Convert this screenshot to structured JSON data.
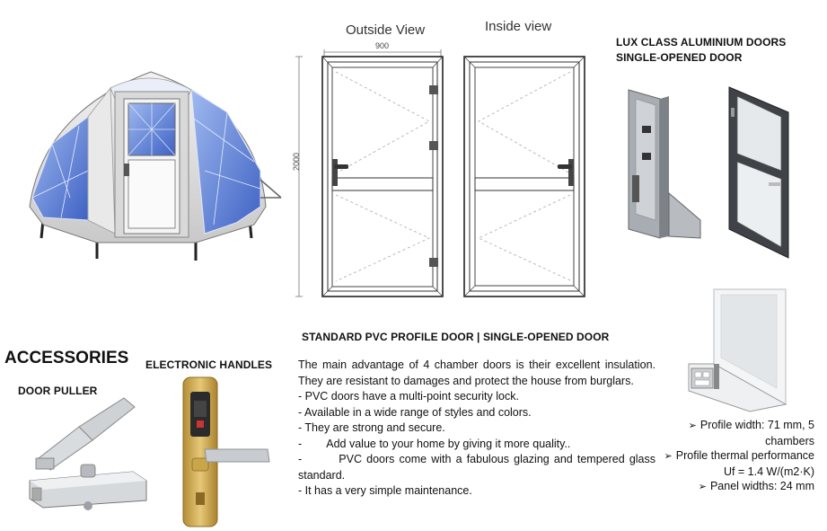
{
  "views": {
    "outside_title": "Outside View",
    "inside_title": "Inside view",
    "width_dim": "900",
    "height_dim": "2000"
  },
  "lux": {
    "title_line1": "LUX CLASS ALUMINIUM DOORS",
    "title_line2": "SINGLE-OPENED DOOR"
  },
  "standard": {
    "title": "STANDARD PVC PROFILE DOOR | SINGLE-OPENED DOOR",
    "intro": "The main advantage of 4 chamber doors is their excellent insulation. They are resistant to damages and protect the house from burglars.",
    "bullets": [
      "- PVC doors have a multi-point security lock.",
      "- Available in a wide range of styles and colors.",
      "- They are strong and secure.",
      "-        Add value to your home by giving it more quality..",
      "-        PVC doors come with a fabulous glazing and tempered glass standard.",
      "- It has a very simple maintenance."
    ]
  },
  "accessories": {
    "title": "ACCESSORIES",
    "door_puller": "DOOR PULLER",
    "electronic_handles": "ELECTRONIC HANDLES"
  },
  "specs": {
    "arrow": "➢",
    "items": [
      "Profile width: 71 mm, 5",
      "chambers",
      "Profile thermal performance",
      "Uf = 1.4 W/(m2·K)",
      "Panel widths: 24 mm"
    ]
  },
  "colors": {
    "glass_blue": "#5b7fd6",
    "frame_grey": "#9aa0a6",
    "handle_gold": "#c9a64a",
    "text": "#111111"
  }
}
